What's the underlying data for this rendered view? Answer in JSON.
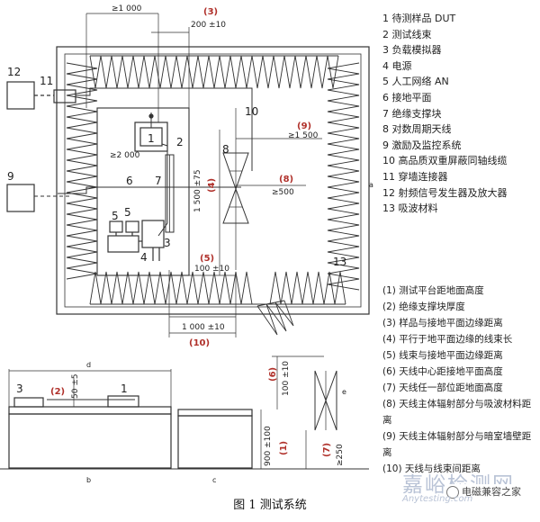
{
  "labels": {
    "n1": "1",
    "n2": "2",
    "n3": "3",
    "n4": "4",
    "n5": "5",
    "n5b": "5",
    "n6": "6",
    "n7": "7",
    "n8": "8",
    "n9": "9",
    "n10": "10",
    "n11": "11",
    "n12": "12",
    "n13": "13",
    "a": "a",
    "b": "b",
    "c": "c",
    "d": "d",
    "e": "e",
    "s1b": "1",
    "s3b": "3"
  },
  "dims": {
    "d_top_1000": "≥1 000",
    "d3_tag": "(3)",
    "d3_val": "200 ±10",
    "d9_tag": "(9)",
    "d9_val": "≥1 500",
    "d8_tag": "(8)",
    "d8_val": "≥500",
    "d_2000": "≥2 000",
    "d4_val": "1 500 ±75",
    "d4_tag": "(4)",
    "d5_tag": "(5)",
    "d5_val": "100 ±10",
    "d10_val": "1 000 ±10",
    "d10_tag": "(10)",
    "d2_tag": "(2)",
    "d2_val": "50 ±5",
    "d6_tag": "(6)",
    "d6_val": "100 ±10",
    "d1_val": "900 ±100",
    "d1_tag": "(1)",
    "d7_tag": "(7)",
    "d7_val": "≥250"
  },
  "legend": [
    "1  待测样品 DUT",
    "2  测试线束",
    "3  负载模拟器",
    "4  电源",
    "5  人工网络 AN",
    "6  接地平面",
    "7  绝缘支撑块",
    "8  对数周期天线",
    "9  激励及监控系统",
    "10  高品质双重屏蔽同轴线缆",
    "11  穿墙连接器",
    "12  射频信号发生器及放大器",
    "13  吸波材料"
  ],
  "notes": [
    "(1)  测试平台距地面高度",
    "(2)  绝缘支撑块厚度",
    "(3)  样品与接地平面边缘距离",
    "(4)  平行于地平面边缘的线束长",
    "(5)  线束与接地平面边缘距离",
    "(6)  天线中心距接地平面高度",
    "(7)  天线任一部位距地面高度",
    "(8)  天线主体辐射部分与吸波材料距离",
    "(9)  天线主体辐射部分与暗室墙壁距离",
    "(10)  天线与线束间距离"
  ],
  "caption": "图 1  测试系统",
  "watermark": {
    "brand": "嘉峪检测网",
    "url": "Anytesting.com",
    "wechat": "电磁兼容之家"
  },
  "colors": {
    "red": "#b0312b",
    "line": "#333333"
  }
}
